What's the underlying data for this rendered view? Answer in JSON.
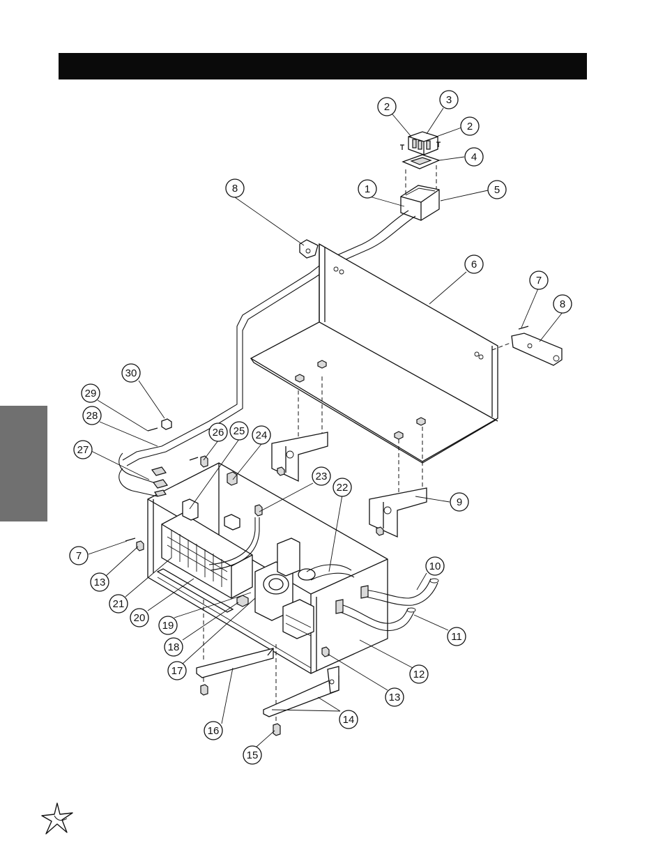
{
  "header": {
    "title": ""
  },
  "side_tab": {
    "label": ""
  },
  "callouts": [
    {
      "label": "1"
    },
    {
      "label": "2"
    },
    {
      "label": "2"
    },
    {
      "label": "3"
    },
    {
      "label": "4"
    },
    {
      "label": "5"
    },
    {
      "label": "6"
    },
    {
      "label": "7"
    },
    {
      "label": "7"
    },
    {
      "label": "8"
    },
    {
      "label": "8"
    },
    {
      "label": "9"
    },
    {
      "label": "10"
    },
    {
      "label": "11"
    },
    {
      "label": "12"
    },
    {
      "label": "13"
    },
    {
      "label": "13"
    },
    {
      "label": "14"
    },
    {
      "label": "15"
    },
    {
      "label": "16"
    },
    {
      "label": "17"
    },
    {
      "label": "18"
    },
    {
      "label": "19"
    },
    {
      "label": "20"
    },
    {
      "label": "21"
    },
    {
      "label": "22"
    },
    {
      "label": "23"
    },
    {
      "label": "24"
    },
    {
      "label": "25"
    },
    {
      "label": "26"
    },
    {
      "label": "27"
    },
    {
      "label": "28"
    },
    {
      "label": "29"
    },
    {
      "label": "30"
    }
  ],
  "logo": {
    "icon": "star-logo-icon"
  }
}
